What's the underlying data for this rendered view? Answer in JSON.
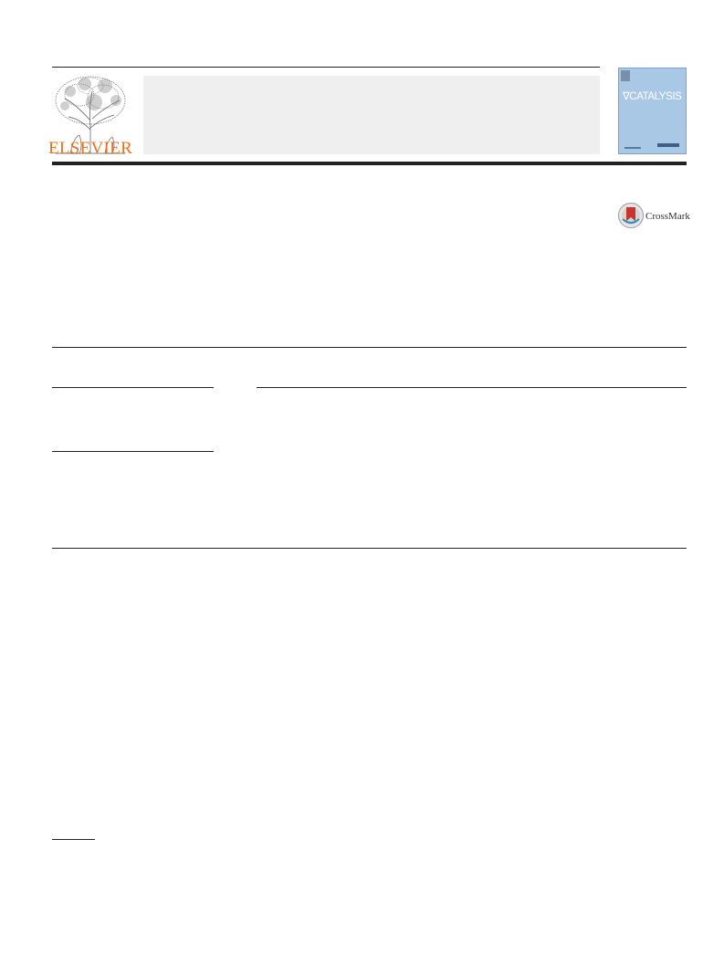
{
  "header": {
    "publisher_wordmark": "ELSEVIER",
    "cover": {
      "title_line1": "CATALYSIS",
      "title_prefix": "∇",
      "small_line": "",
      "sub_line": ""
    }
  },
  "badge": {
    "crossmark_label": "CrossMark"
  },
  "colors": {
    "elsevier_orange": "#e9711c",
    "cover_blue": "#a9c8e6",
    "crossmark_red": "#c8352c",
    "banner_gray": "#efefef"
  }
}
